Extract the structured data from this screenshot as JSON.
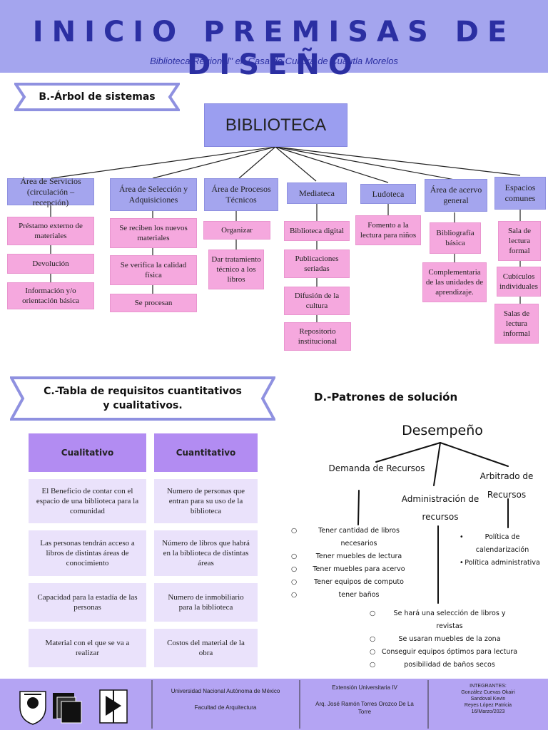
{
  "header": {
    "title": "INICIO PREMISAS DE DISEÑO",
    "subtitle": "Biblioteca Regional\" en Casa de Cultura de Cuautla Morelos"
  },
  "section_b": {
    "heading": "B.-Árbol de sistemas",
    "root": "BIBLIOTECA",
    "areas": [
      {
        "label": "Área de Servicios (circulación – recepción)",
        "items": [
          "Préstamo externo de materiales",
          "Devolución",
          "Información y/o orientación básica"
        ]
      },
      {
        "label": "Área de Selección y Adquisiciones",
        "items": [
          "Se reciben los nuevos materiales",
          "Se verifica la calidad física",
          "Se procesan"
        ]
      },
      {
        "label": "Área de Procesos Técnicos",
        "items": [
          "Organizar",
          "Dar tratamiento técnico a los libros"
        ]
      },
      {
        "label": "Mediateca",
        "items": [
          "Biblioteca digital",
          "Publicaciones seriadas",
          "Difusión de la cultura",
          "Repositorio institucional"
        ]
      },
      {
        "label": "Ludoteca",
        "items": [
          "Fomento a la lectura para niños"
        ]
      },
      {
        "label": "Área de acervo general",
        "items": [
          "Bibliografía básica",
          "Complementaria de las unidades de aprendizaje."
        ]
      },
      {
        "label": "Espacios comunes",
        "items": [
          "Sala de lectura formal",
          "Cubículos individuales",
          "Salas de lectura informal"
        ]
      }
    ]
  },
  "section_c": {
    "heading_line1": "C.-Tabla de requisitos cuantitativos",
    "heading_line2": "y cualitativos.",
    "col1": "Cualitativo",
    "col2": "Cuantitativo",
    "rows": [
      [
        "El Beneficio de contar con el espacio de una biblioteca para la comunidad",
        "Numero de personas que entran para su uso de la biblioteca"
      ],
      [
        "Las personas tendrán acceso a libros de distintas áreas de conocimiento",
        "Número de libros que habrá en la biblioteca de distintas áreas"
      ],
      [
        "Capacidad para la estadía de las personas",
        "Numero de inmobiliario para la biblioteca"
      ],
      [
        "Material con el que se va a realizar",
        "Costos del material de la obra"
      ]
    ]
  },
  "section_d": {
    "heading": "D.-Patrones de solución",
    "root": "Desempeño",
    "branch1": "Demanda de Recursos",
    "branch2_line1": "Administración de",
    "branch2_line2": "recursos",
    "branch3_line1": "Arbitrado de",
    "branch3_line2": "Recursos",
    "list1": [
      "Tener cantidad de libros",
      "necesarios",
      "Tener muebles de lectura",
      "Tener muebles para acervo",
      "Tener equipos de computo",
      "tener baños"
    ],
    "list2": [
      "Se hará una selección de libros y revistas",
      "Se usaran muebles de la zona",
      "Conseguir equipos óptimos para lectura",
      "posibilidad de baños secos"
    ],
    "list3": [
      "Política de",
      "calendarización",
      "Política administrativa"
    ]
  },
  "footer": {
    "university": "Universidad Nacional Autónoma de México",
    "faculty": "Facultad de Arquitectura",
    "course": "Extensión Universitaria IV",
    "teacher_line1": "Arq. José Ramón Torres Orozco De La",
    "teacher_line2": "Torre",
    "members_title": "INTEGRANTES:",
    "members": [
      "González Cuevas Okairi",
      "Sandoval Kevin",
      "Reyes López Patricia",
      "16/Marzo/2023"
    ]
  },
  "colors": {
    "header_bg": "#a4a5ee",
    "title": "#2b2fa2",
    "area_box": "#a4a5ee",
    "leaf_box": "#f5a8de",
    "table_header": "#b28cf2",
    "table_cell": "#eae2fb",
    "footer_bg": "#b4a4f3"
  }
}
